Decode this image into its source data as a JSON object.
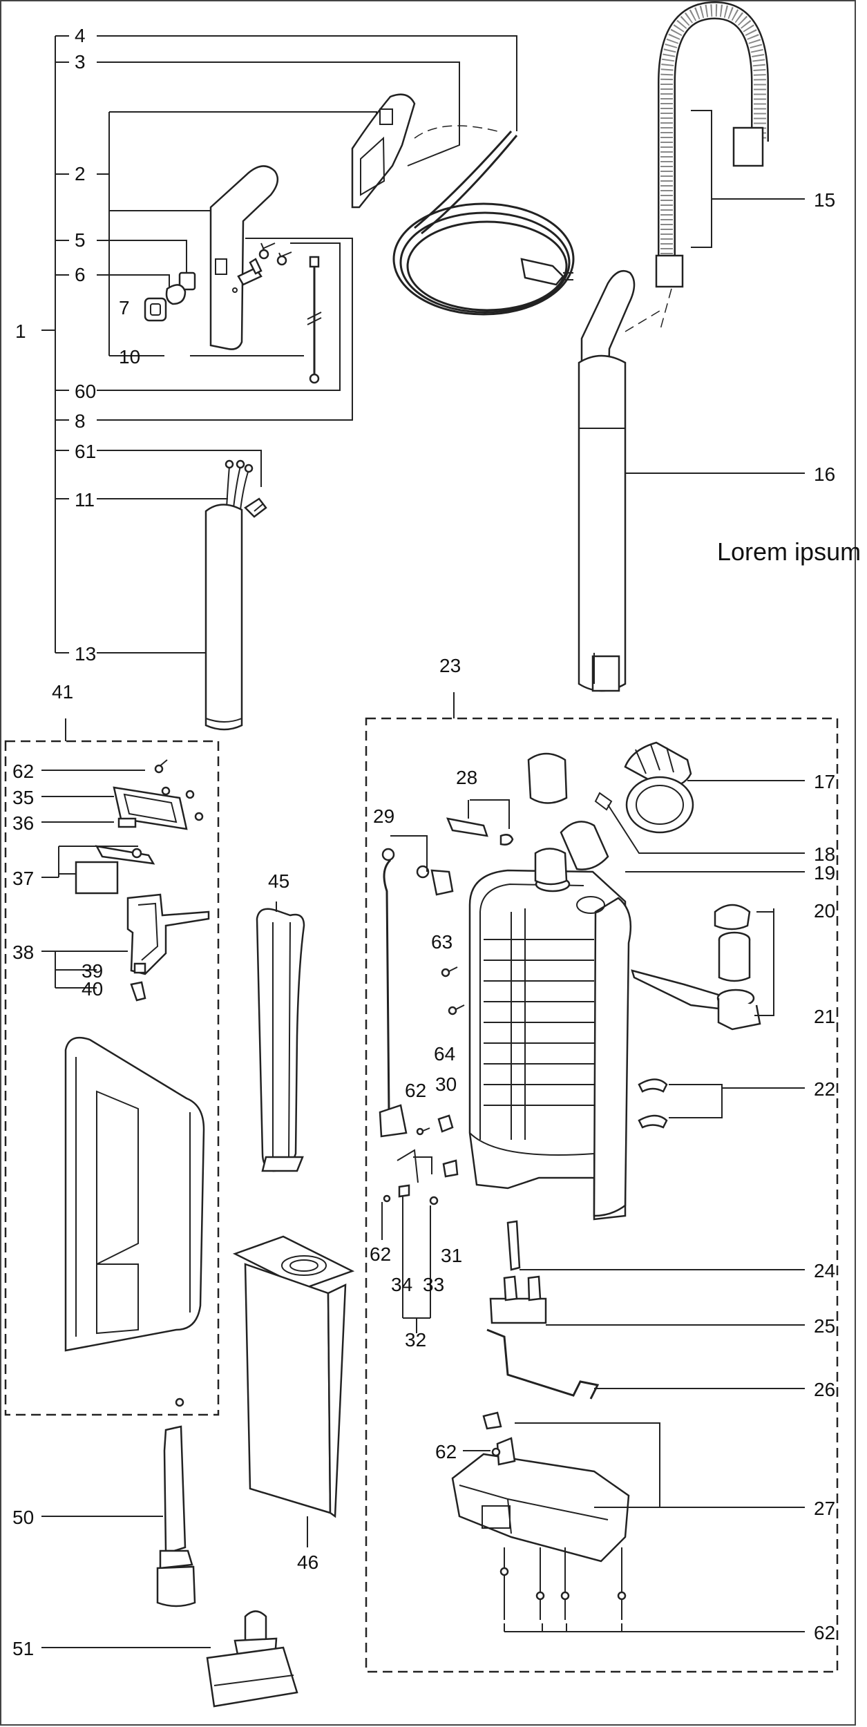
{
  "callouts": {
    "c1": "1",
    "c2": "2",
    "c3": "3",
    "c4": "4",
    "c5": "5",
    "c6": "6",
    "c7": "7",
    "c8": "8",
    "c10": "10",
    "c11": "11",
    "c13": "13",
    "c15": "15",
    "c16": "16",
    "c17": "17",
    "c18": "18",
    "c19": "19",
    "c20": "20",
    "c21": "21",
    "c22": "22",
    "c23": "23",
    "c24": "24",
    "c25": "25",
    "c26": "26",
    "c27": "27",
    "c28": "28",
    "c29": "29",
    "c30": "30",
    "c31": "31",
    "c32": "32",
    "c33": "33",
    "c34": "34",
    "c35": "35",
    "c36": "36",
    "c37": "37",
    "c38": "38",
    "c39": "39",
    "c40": "40",
    "c41": "41",
    "c45": "45",
    "c46": "46",
    "c50": "50",
    "c51": "51",
    "c60": "60",
    "c61": "61",
    "c62a": "62",
    "c62b": "62",
    "c62c": "62",
    "c62d": "62",
    "c62e": "62",
    "c63": "63",
    "c64": "64"
  },
  "annotation": "Lorem ipsum"
}
